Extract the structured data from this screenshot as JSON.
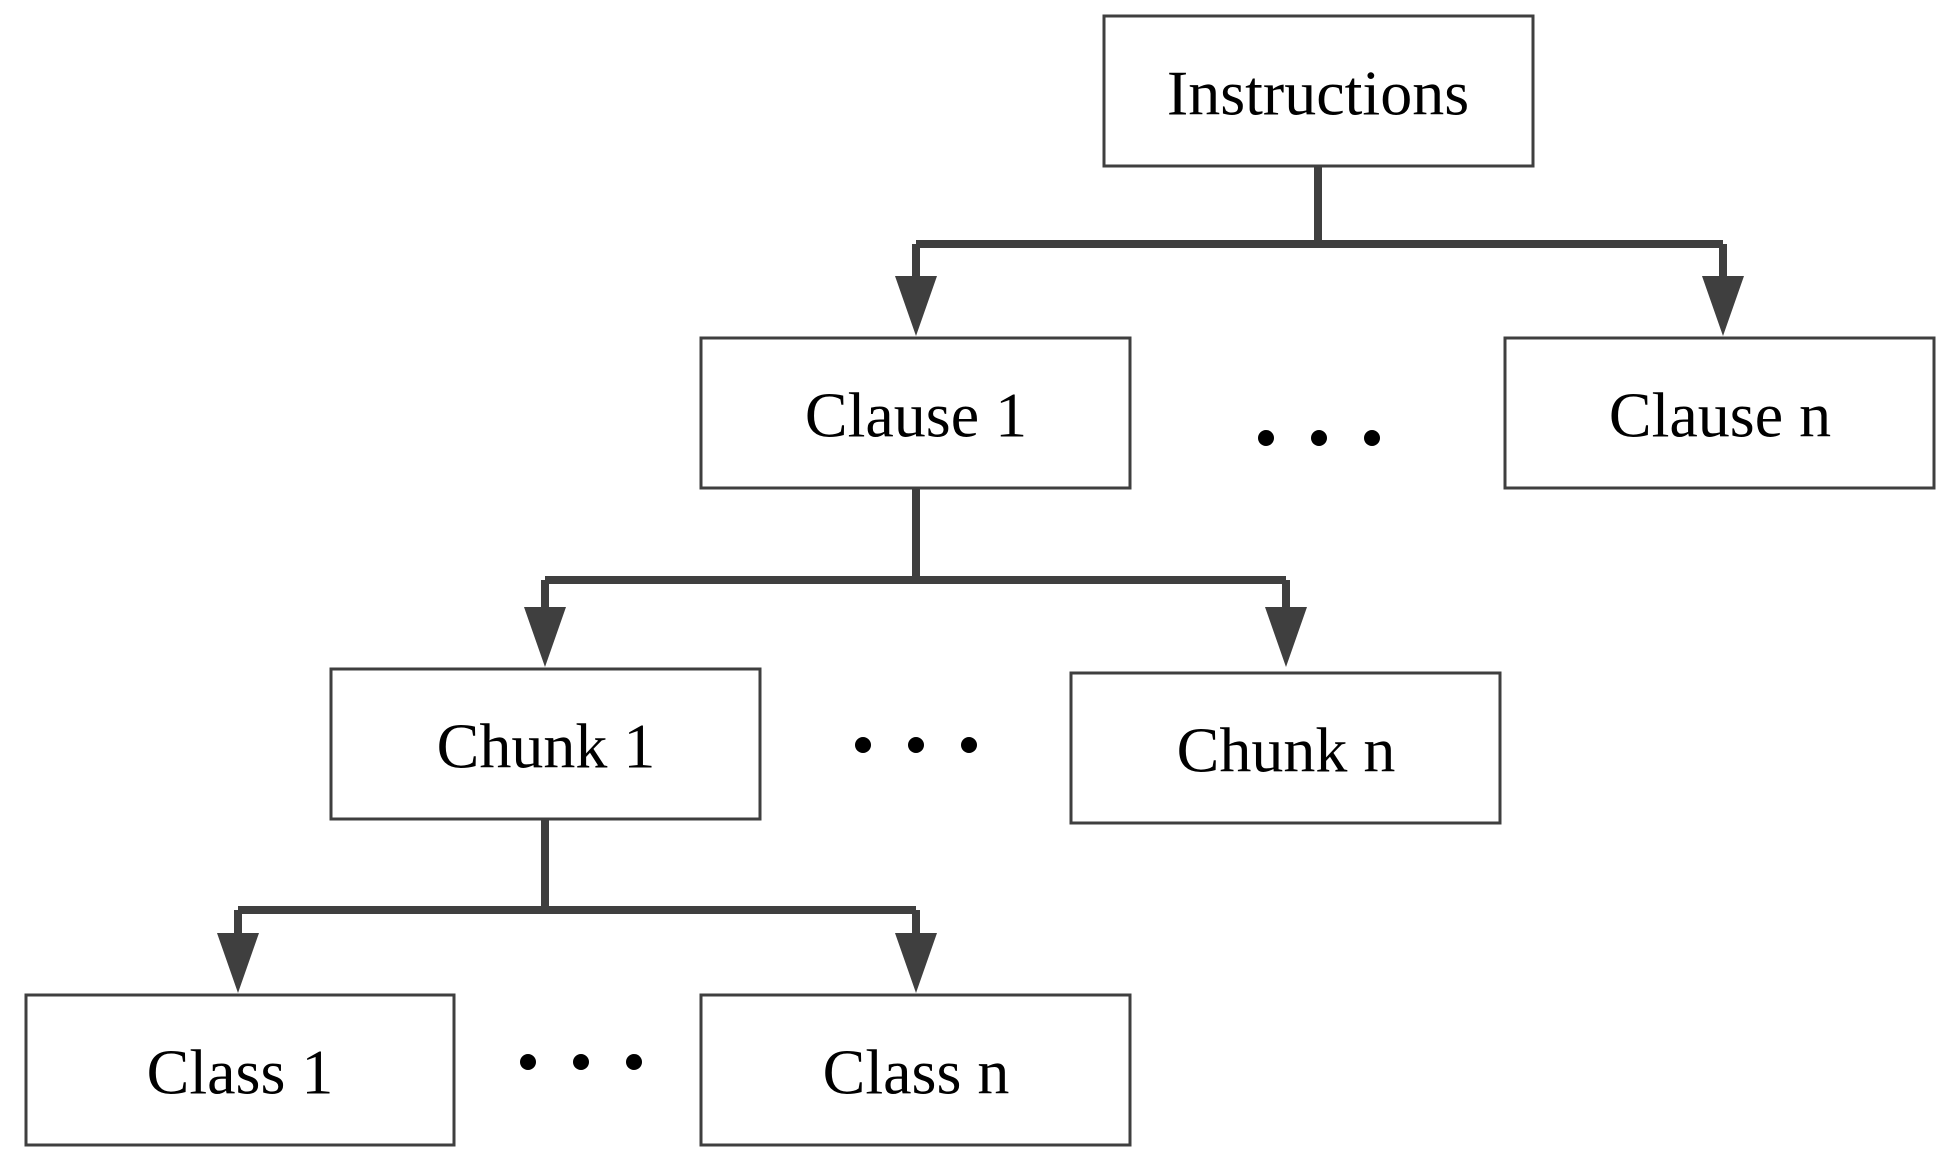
{
  "nodes": {
    "instructions": "Instructions",
    "clause_1": "Clause 1",
    "clause_n": "Clause n",
    "chunk_1": "Chunk 1",
    "chunk_n": "Chunk n",
    "class_1": "Class 1",
    "class_n": "Class n"
  },
  "colors": {
    "line": "#3f3f3f",
    "text": "#000000",
    "background": "#ffffff"
  }
}
